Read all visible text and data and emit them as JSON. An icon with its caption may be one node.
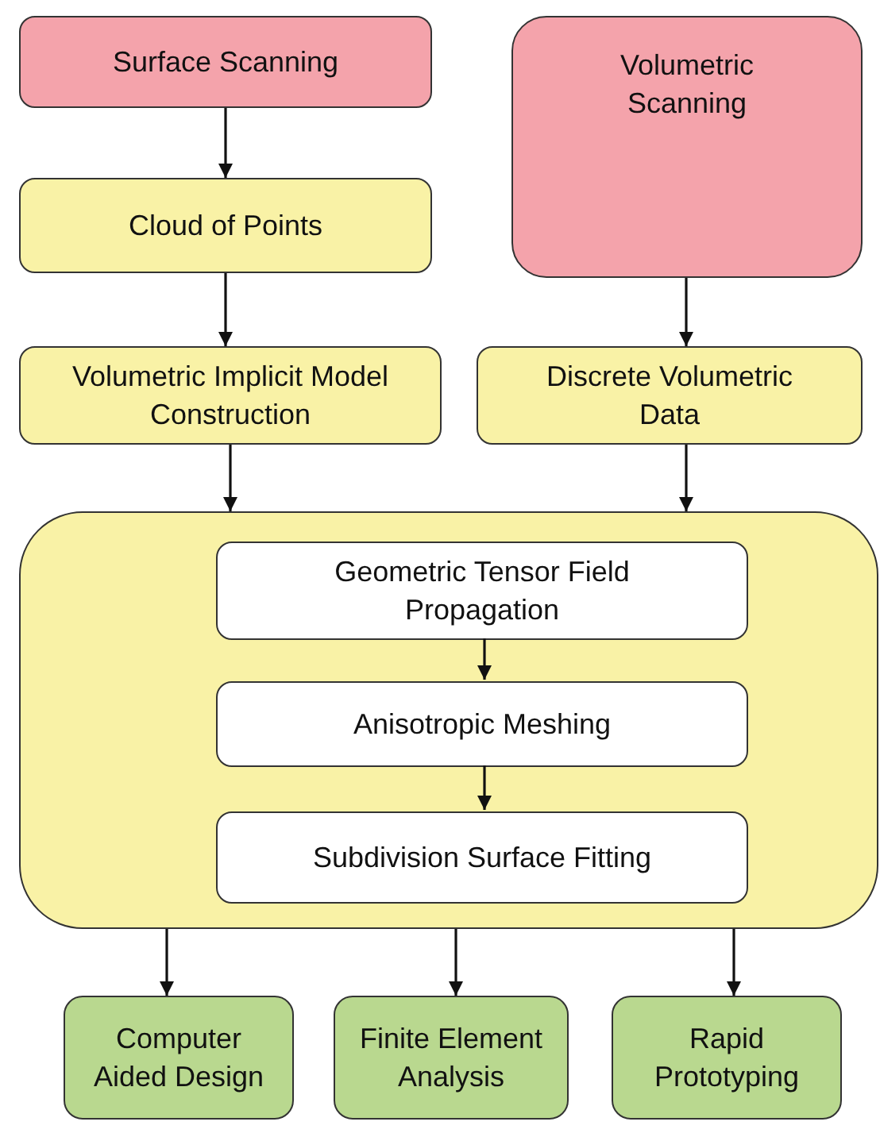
{
  "diagram": {
    "nodes": [
      {
        "text": [
          "Surface Scanning"
        ]
      },
      {
        "text": [
          "Volumetric Scanning"
        ]
      },
      {
        "text": [
          "Cloud of Points"
        ]
      },
      {
        "text": [
          "Volumetric Implicit Model Construction"
        ]
      },
      {
        "text": [
          "Discrete Volumetric Data"
        ]
      },
      {
        "text": [],
        "shape": "box"
      },
      {
        "text": [
          "Geometric Tensor Field Propagation"
        ],
        "in": 5
      },
      {
        "text": [
          "Anisotropic Meshing"
        ],
        "in": 5
      },
      {
        "text": [
          "Subdivision Surface Fitting"
        ],
        "in": 5
      },
      {
        "text": [
          "Computer Aided Design"
        ]
      },
      {
        "text": [
          "Finite Element Analysis"
        ]
      },
      {
        "text": [
          "Rapid Prototyping"
        ]
      }
    ],
    "edges": [
      {
        "from": 0,
        "to": 2,
        "arrow": "to"
      },
      {
        "from": 2,
        "to": 3,
        "arrow": "to"
      },
      {
        "from": 1,
        "to": 4,
        "arrow": "to"
      },
      {
        "from": 3,
        "to": 5,
        "arrow": "to"
      },
      {
        "from": 4,
        "to": 5,
        "arrow": "to"
      },
      {
        "from": 6,
        "to": 7,
        "arrow": "to"
      },
      {
        "from": 7,
        "to": 8,
        "arrow": "to"
      },
      {
        "from": 5,
        "to": 9,
        "arrow": "to"
      },
      {
        "from": 5,
        "to": 10,
        "arrow": "to"
      },
      {
        "from": 5,
        "to": 11,
        "arrow": "to"
      }
    ]
  }
}
